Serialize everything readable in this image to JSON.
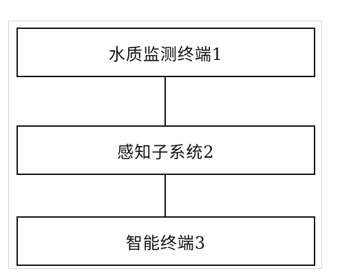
{
  "diagram": {
    "nodes": [
      {
        "id": "1",
        "label": "水质监测终端1"
      },
      {
        "id": "2",
        "label": "感知子系统2"
      },
      {
        "id": "3",
        "label": "智能终端3"
      }
    ],
    "edges": [
      {
        "from": "1",
        "to": "2"
      },
      {
        "from": "2",
        "to": "3"
      }
    ]
  }
}
